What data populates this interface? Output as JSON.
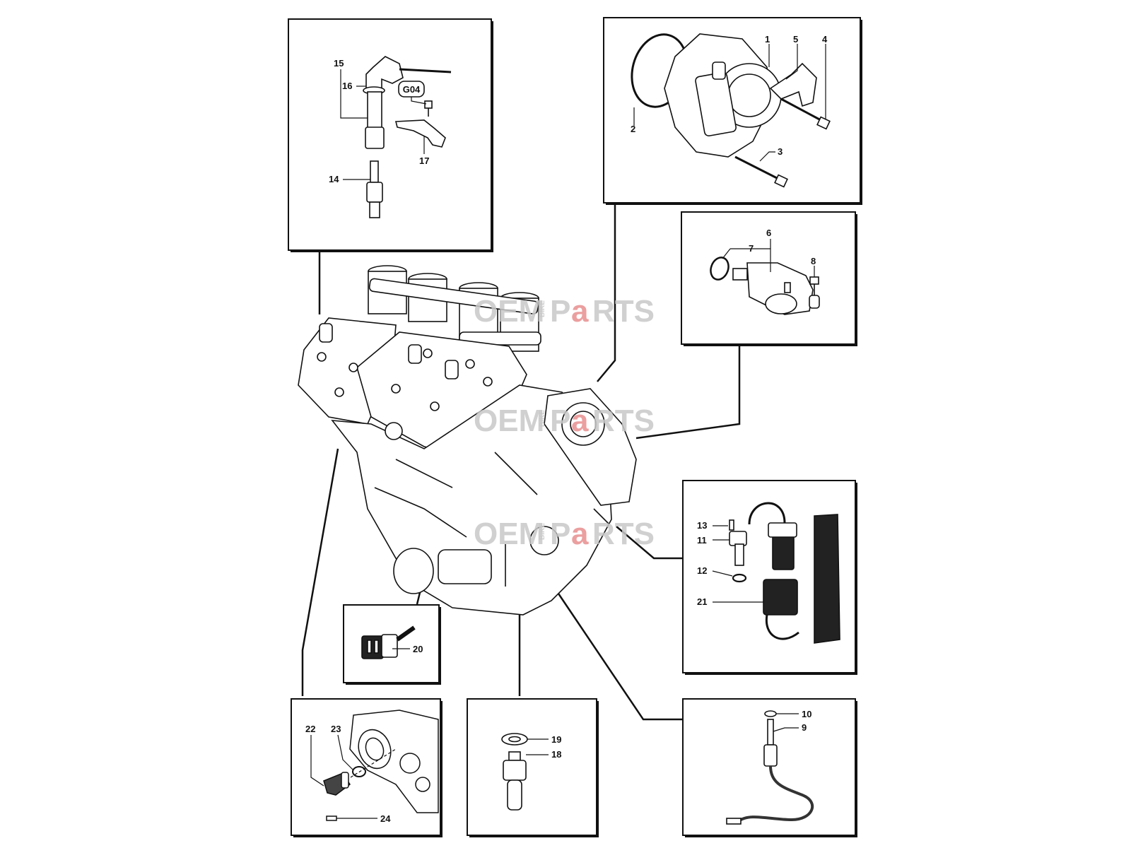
{
  "callouts": {
    "n1": "1",
    "n2": "2",
    "n3": "3",
    "n4": "4",
    "n5": "5",
    "n6": "6",
    "n7": "7",
    "n8": "8",
    "n9": "9",
    "n10": "10",
    "n11": "11",
    "n12": "12",
    "n13": "13",
    "n14": "14",
    "n15": "15",
    "n16": "16",
    "n17": "17",
    "n18": "18",
    "n19": "19",
    "n20": "20",
    "n21": "21",
    "n22": "22",
    "n23": "23",
    "n24": "24"
  },
  "badge": "G04",
  "watermark": {
    "left": "OEM",
    "small": "BIKE",
    "right_p": "P",
    "right_a": "a",
    "right_rest": "RTS"
  },
  "colors": {
    "line": "#111111",
    "box_shadow": "#111111",
    "watermark": "#c8c8c8",
    "watermark_accent": "#e88f8f"
  }
}
